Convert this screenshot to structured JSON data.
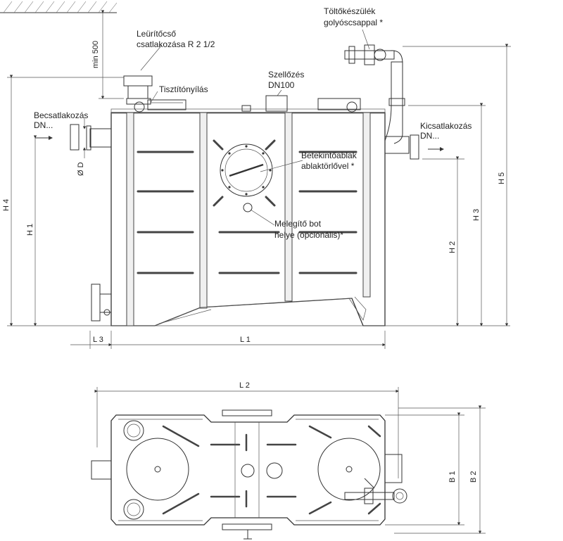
{
  "labels": {
    "inlet": [
      "Becsatlakozás",
      "DN..."
    ],
    "outlet": [
      "Kicsatlakozás",
      "DN..."
    ],
    "drain": [
      "Leürítőcső",
      "csatlakozása R 2 1/2"
    ],
    "cleaning": "Tisztítónyílás",
    "vent": [
      "Szellőzés",
      "DN100"
    ],
    "filler": [
      "Töltőkészülék",
      "golyóscsappal *"
    ],
    "window": [
      "Betekintőablak",
      "ablaktörlővel *"
    ],
    "heater": [
      "Melegítő bot",
      "helye (opcionális)*"
    ]
  },
  "dimensions": {
    "min500": "min 500",
    "diameter": "Ø D",
    "h1": "H 1",
    "h2": "H 2",
    "h3": "H 3",
    "h4": "H 4",
    "h5": "H 5",
    "l1": "L 1",
    "l2": "L 2",
    "l3": "L 3",
    "b1": "B 1",
    "b2": "B 2"
  }
}
